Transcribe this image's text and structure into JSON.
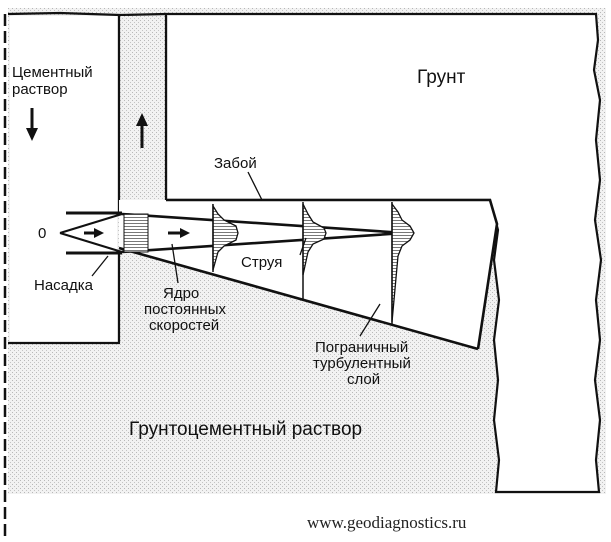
{
  "labels": {
    "cement_mortar_line1": "Цементный",
    "cement_mortar_line2": "раствор",
    "ground": "Грунт",
    "face": "Забой",
    "origin": "0",
    "jet": "Струя",
    "nozzle": "Насадка",
    "core_line1": "Ядро",
    "core_line2": "постоянных",
    "core_line3": "скоростей",
    "boundary_line1": "Пограничный",
    "boundary_line2": "турбулентный",
    "boundary_line3": "слой",
    "soilcement_mortar": "Грунтоцементный раствор"
  },
  "watermark": "www.geodiagnostics.ru"
}
